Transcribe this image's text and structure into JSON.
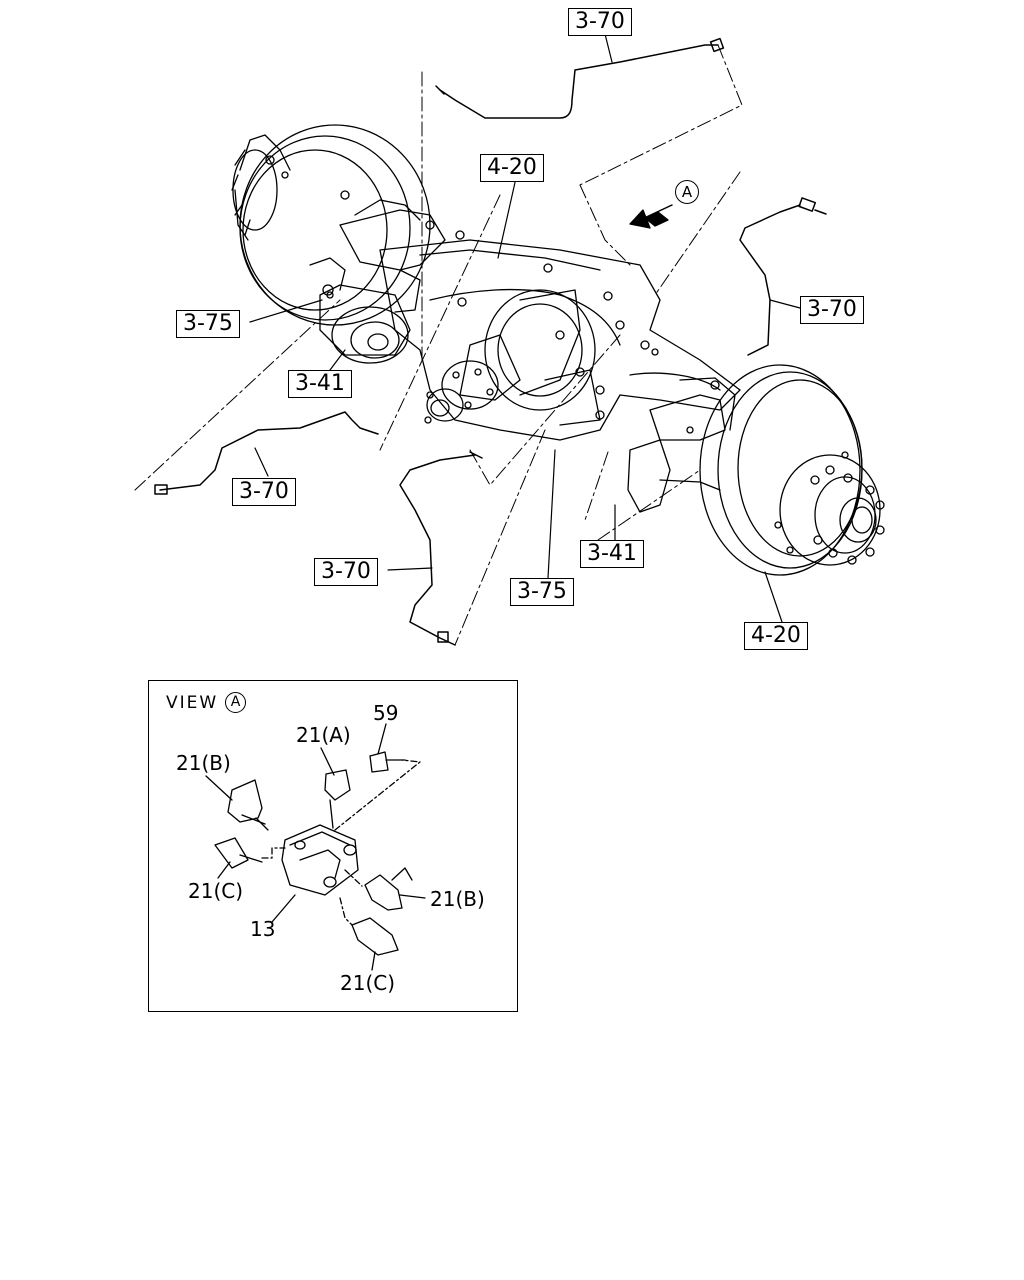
{
  "diagram": {
    "refs": {
      "r1": "3-70",
      "r2": "4-20",
      "r3": "3-70",
      "r4": "3-75",
      "r5": "3-41",
      "r6": "3-70",
      "r7": "3-70",
      "r8": "3-41",
      "r9": "3-75",
      "r10": "4-20"
    },
    "callout_marker": "A",
    "view": {
      "title": "VIEW",
      "marker": "A",
      "labels": {
        "p59": "59",
        "p21a": "21(A)",
        "p21b_left": "21(B)",
        "p21c_left": "21(C)",
        "p13": "13",
        "p21b_right": "21(B)",
        "p21c_bottom": "21(C)"
      }
    }
  }
}
